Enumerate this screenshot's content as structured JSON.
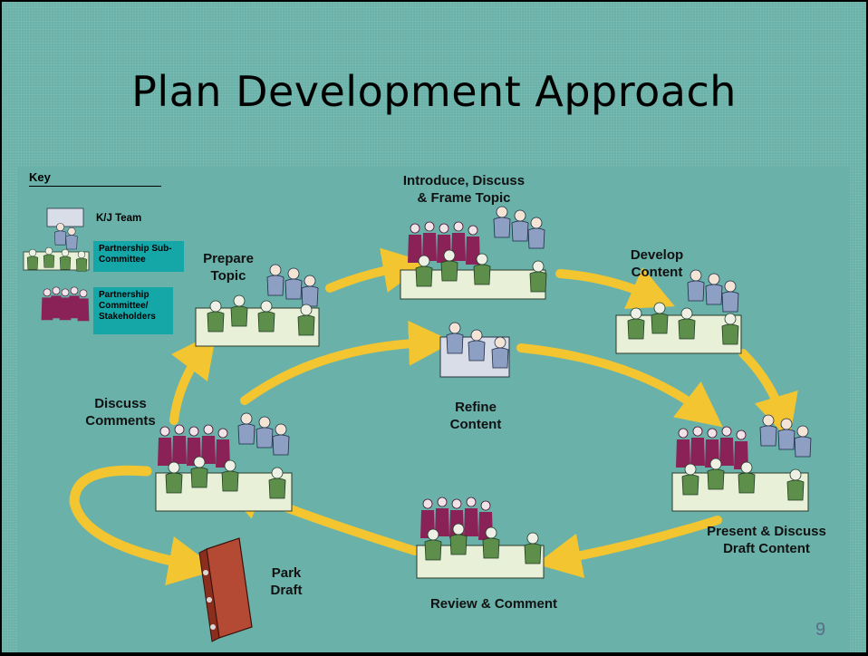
{
  "title": "Plan Development Approach",
  "key": {
    "heading": "Key",
    "items": [
      {
        "label": "K/J Team",
        "icon": "kj-team-icon"
      },
      {
        "label": "Partnership Sub-\nCommittee",
        "icon": "subcommittee-icon"
      },
      {
        "label": "Partnership\nCommittee/\nStakeholders",
        "icon": "stakeholders-icon"
      }
    ]
  },
  "steps": {
    "prepare": "Prepare\nTopic",
    "introduce": "Introduce, Discuss\n& Frame Topic",
    "develop": "Develop\nContent",
    "refine": "Refine\nContent",
    "present": "Present & Discuss\nDraft Content",
    "review": "Review & Comment",
    "discuss": "Discuss\nComments",
    "park": "Park\nDraft"
  },
  "page_number": "9",
  "colors": {
    "background": "#69b1a9",
    "arrow": "#f2c531",
    "kj_team": "#8e9fc4",
    "subcommittee": "#5e8f4a",
    "stakeholders": "#8a2258",
    "key_box": "#15a6a8",
    "binder": "#b54a34"
  }
}
